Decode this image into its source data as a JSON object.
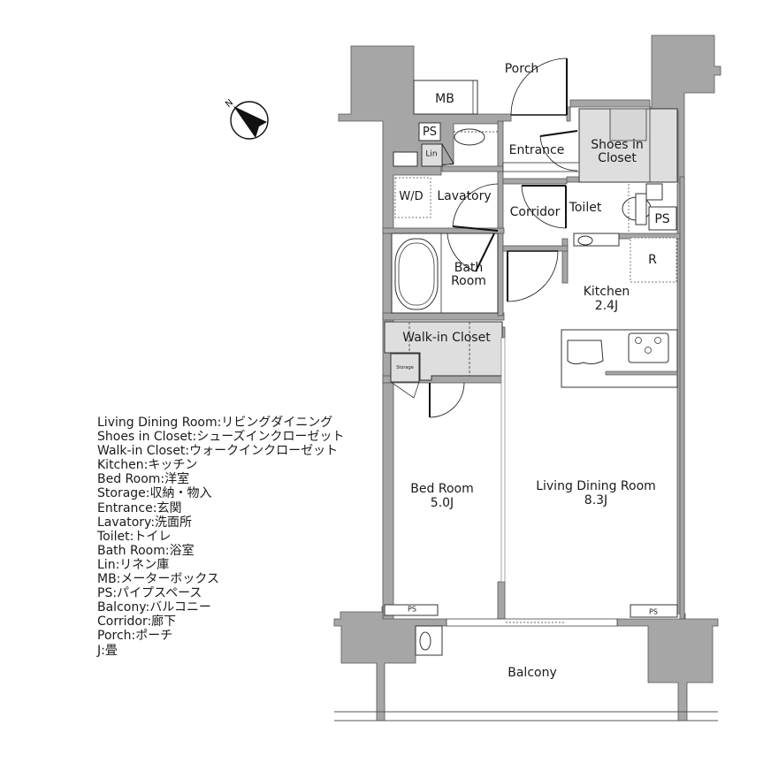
{
  "compass": {
    "north_label": "N",
    "icon": "north-arrow-icon"
  },
  "rooms": {
    "porch": {
      "label": "Porch"
    },
    "mb": {
      "label": "MB"
    },
    "ps_top": {
      "label": "PS"
    },
    "lin": {
      "label": "Lin"
    },
    "entrance": {
      "label": "Entrance"
    },
    "shoes_in_closet": {
      "label": "Shoes in\nCloset",
      "line1": "Shoes in",
      "line2": "Closet"
    },
    "wd": {
      "label": "W/D"
    },
    "lavatory": {
      "label": "Lavatory"
    },
    "corridor": {
      "label": "Corridor"
    },
    "toilet": {
      "label": "Toilet"
    },
    "ps_toilet": {
      "label": "PS"
    },
    "refrigerator": {
      "label": "R"
    },
    "bath_room": {
      "line1": "Bath",
      "line2": "Room"
    },
    "kitchen": {
      "name": "Kitchen",
      "size": "2.4J"
    },
    "walk_in_closet": {
      "label": "Walk-in Closet"
    },
    "storage": {
      "label": "Storage"
    },
    "bed_room": {
      "name": "Bed Room",
      "size": "5.0J"
    },
    "living_dining_room": {
      "name": "Living Dining Room",
      "size": "8.3J"
    },
    "ps_bottom_left": {
      "label": "PS"
    },
    "ps_bottom_right": {
      "label": "PS"
    },
    "balcony": {
      "label": "Balcony"
    }
  },
  "legend": [
    "Living Dining Room:リビングダイニング",
    "Shoes in Closet:シューズインクローゼット",
    "Walk-in Closet:ウォークインクローゼット",
    "Kitchen:キッチン",
    "Bed Room:洋室",
    "Storage:収納・物入",
    "Entrance:玄関",
    "Lavatory:洗面所",
    "Toilet:トイレ",
    "Bath Room:浴室",
    "Lin:リネン庫",
    "MB:メーターボックス",
    "PS:パイプスペース",
    "Balcony:バルコニー",
    "Corridor:廊下",
    "Porch:ポーチ",
    "J:畳"
  ],
  "colors": {
    "wall": "#a6a6a6",
    "closet_fill": "#dedede",
    "line": "#222222",
    "background": "#ffffff"
  }
}
